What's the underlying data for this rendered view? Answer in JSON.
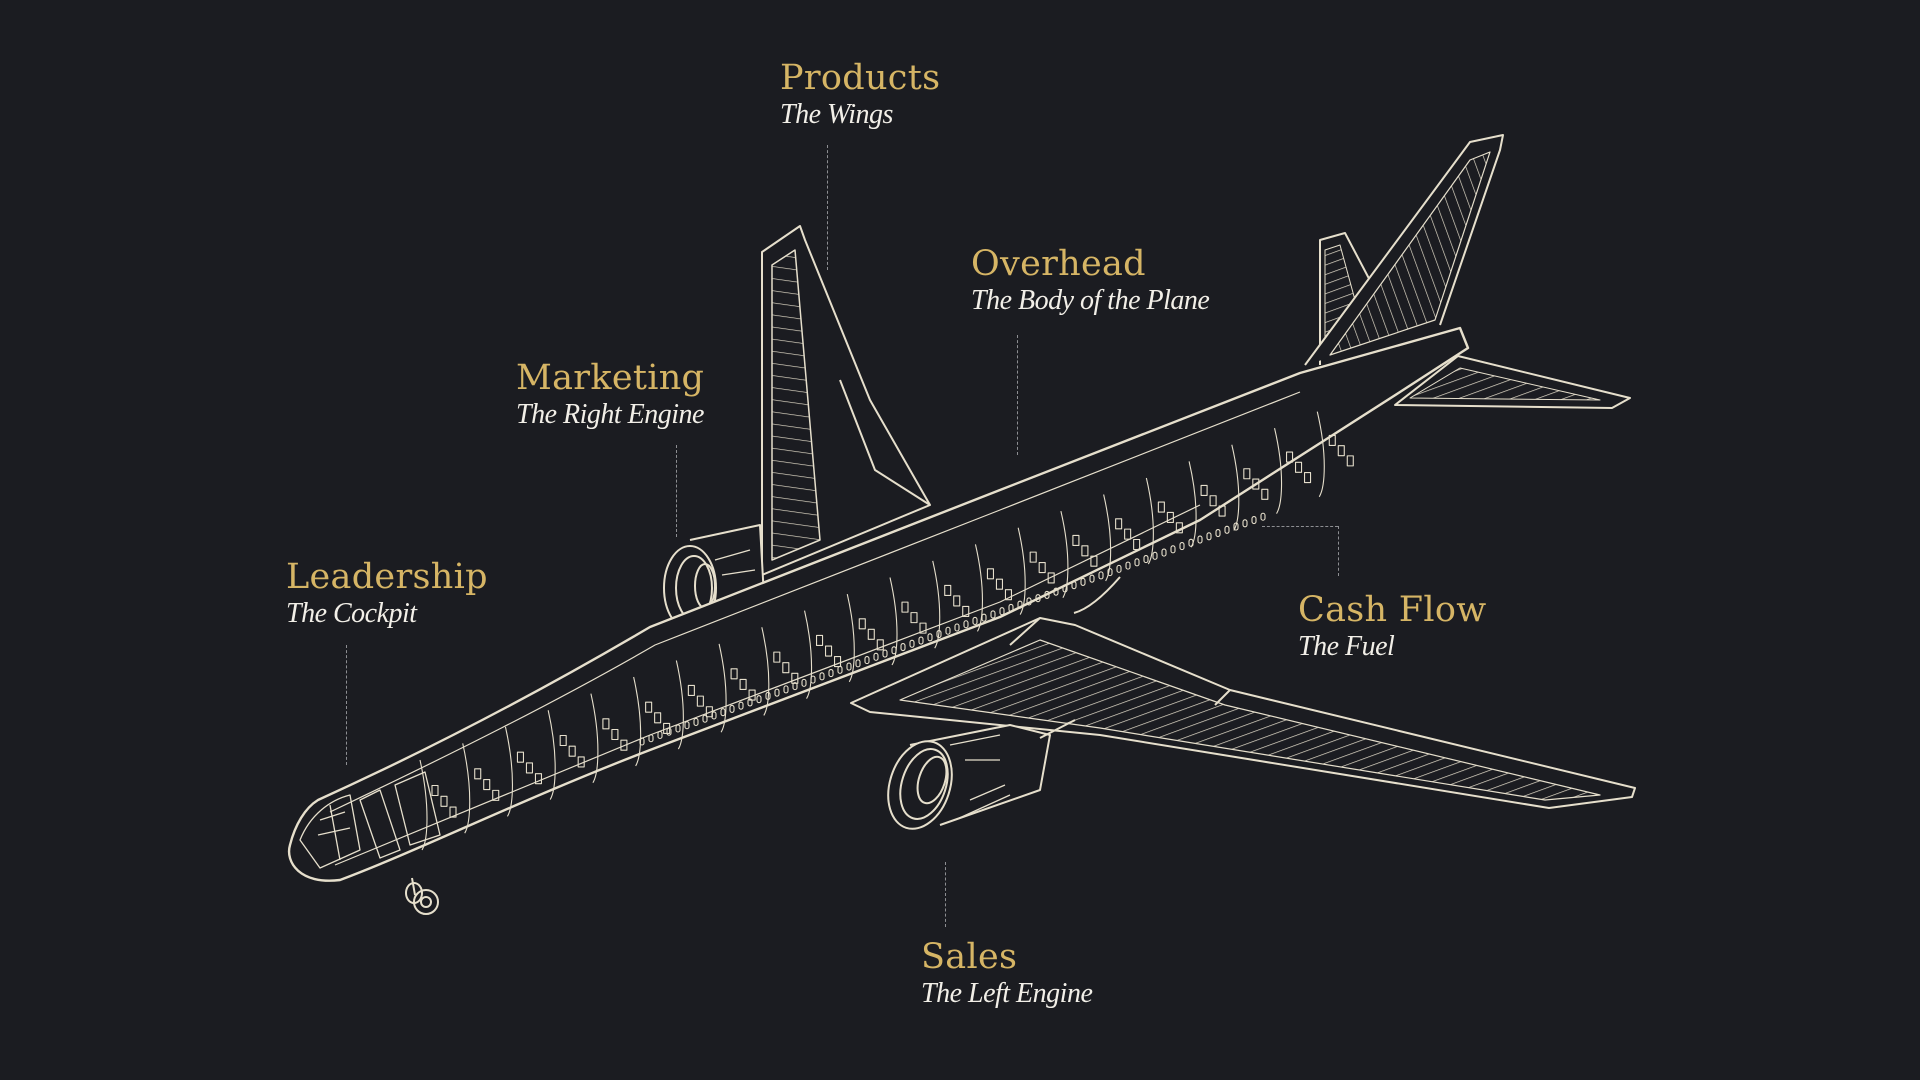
{
  "labels": {
    "products": {
      "title": "Products",
      "subtitle": "The Wings"
    },
    "overhead": {
      "title": "Overhead",
      "subtitle": "The Body of the Plane"
    },
    "marketing": {
      "title": "Marketing",
      "subtitle": "The Right Engine"
    },
    "leadership": {
      "title": "Leadership",
      "subtitle": "The Cockpit"
    },
    "cashflow": {
      "title": "Cash Flow",
      "subtitle": "The Fuel"
    },
    "sales": {
      "title": "Sales",
      "subtitle": "The Left Engine"
    }
  },
  "colors": {
    "background": "#1b1c21",
    "title": "#d6b565",
    "subtitle": "#f2efe8",
    "linework": "#e6dfcc",
    "leader": "#8d8e92"
  }
}
